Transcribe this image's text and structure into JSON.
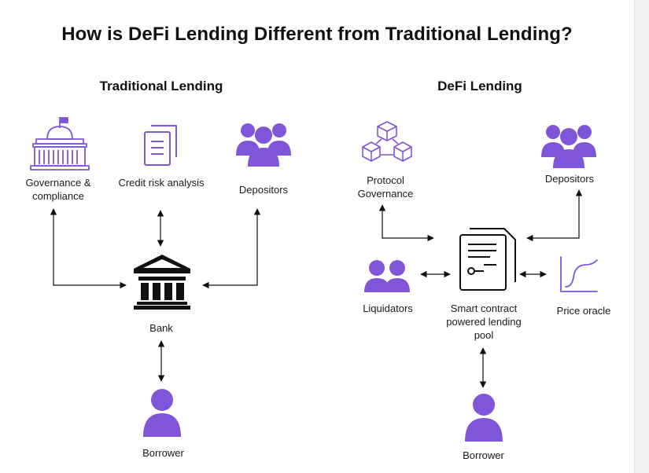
{
  "title": "How is DeFi Lending Different from Traditional Lending?",
  "traditional": {
    "heading": "Traditional Lending",
    "governance": "Governance & compliance",
    "credit": "Credit risk analysis",
    "depositors": "Depositors",
    "bank": "Bank",
    "borrower": "Borrower"
  },
  "defi": {
    "heading": "DeFi Lending",
    "protocol": "Protocol Governance",
    "depositors": "Depositors",
    "liquidators": "Liquidators",
    "pool": "Smart contract powered lending pool",
    "oracle": "Price oracle",
    "borrower": "Borrower"
  },
  "colors": {
    "icon_purple": "#7f56d9",
    "icon_black": "#111111",
    "line": "#111111"
  }
}
